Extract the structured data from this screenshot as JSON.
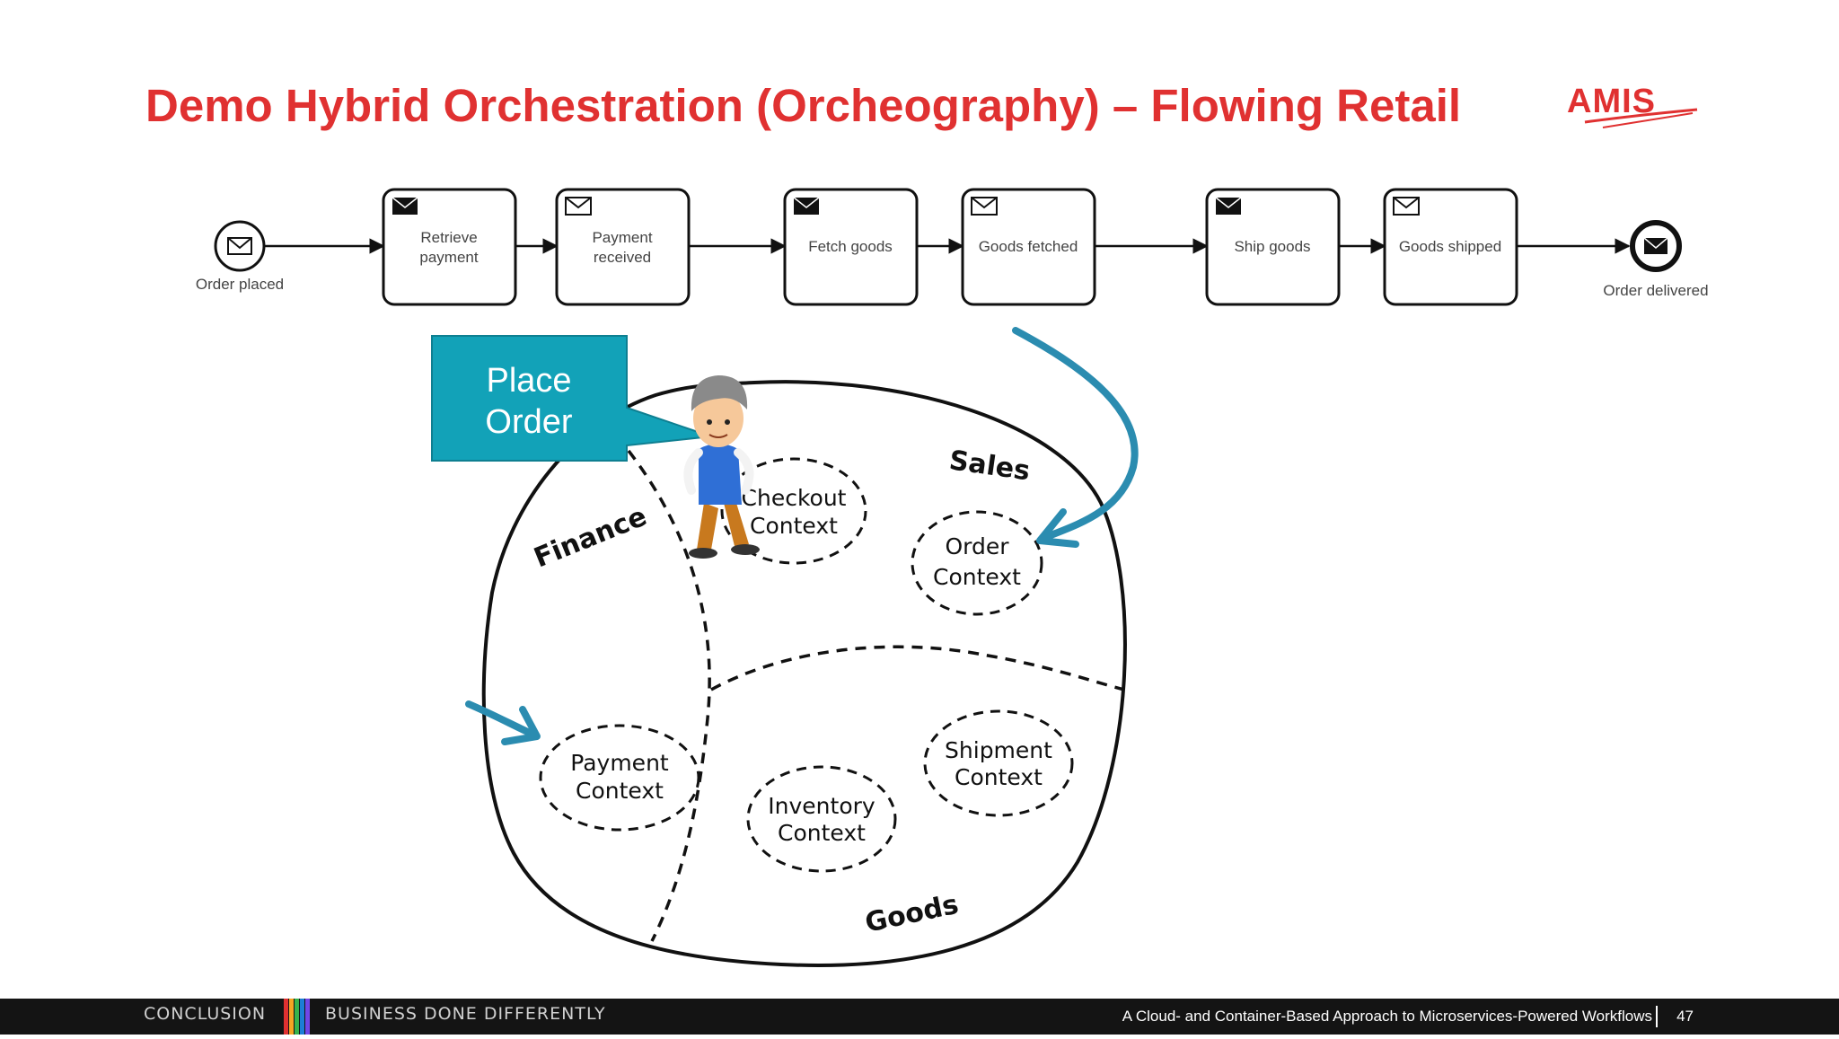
{
  "slide": {
    "title": "Demo Hybrid Orchestration (Orcheography) – Flowing Retail",
    "logo_text": "AMIS"
  },
  "process": {
    "start_event": "Order placed",
    "end_event": "Order delivered",
    "tasks": [
      {
        "label": [
          "Retrieve",
          "payment"
        ],
        "icon": "envelope-filled-icon"
      },
      {
        "label": [
          "Payment",
          "received"
        ],
        "icon": "envelope-outline-icon"
      },
      {
        "label": [
          "Fetch goods"
        ],
        "icon": "envelope-filled-icon"
      },
      {
        "label": [
          "Goods fetched"
        ],
        "icon": "envelope-outline-icon"
      },
      {
        "label": [
          "Ship goods"
        ],
        "icon": "envelope-filled-icon"
      },
      {
        "label": [
          "Goods shipped"
        ],
        "icon": "envelope-outline-icon"
      }
    ]
  },
  "callout": {
    "line1": "Place",
    "line2": "Order",
    "color": "#12a2b8"
  },
  "domains": {
    "finance": "Finance",
    "sales": "Sales",
    "goods": "Goods"
  },
  "contexts": {
    "checkout": [
      "Checkout",
      "Context"
    ],
    "order": [
      "Order",
      "Context"
    ],
    "payment": [
      "Payment",
      "Context"
    ],
    "inventory": [
      "Inventory",
      "Context"
    ],
    "shipment": [
      "Shipment",
      "Context"
    ]
  },
  "arrow_color": "#2b8cb0",
  "footer": {
    "section_left": "CONCLUSION",
    "section_right": "BUSINESS DONE DIFFERENTLY",
    "presentation": "A Cloud- and Container-Based Approach to Microservices-Powered Workflows",
    "page_number": "47",
    "bar_colors": [
      "#e03131",
      "#f5a524",
      "#37b24d",
      "#1c7ed6",
      "#7048e8"
    ]
  }
}
